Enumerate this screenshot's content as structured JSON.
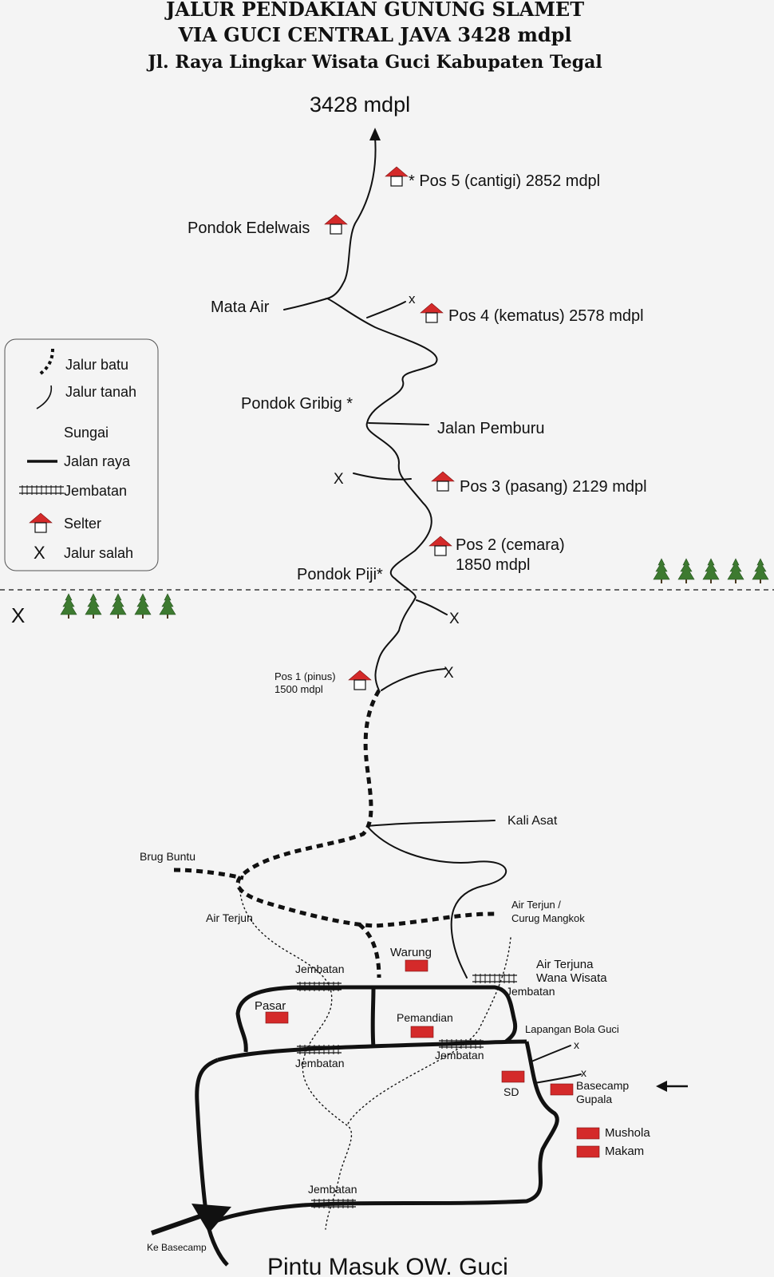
{
  "header": {
    "line1": "JALUR PENDAKIAN GUNUNG SLAMET",
    "line2": "VIA GUCI CENTRAL JAVA 3428 mdpl",
    "line3": "Jl. Raya Lingkar Wisata Guci Kabupaten Tegal"
  },
  "summit": "3428 mdpl",
  "posts": {
    "pos5": "* Pos 5 (cantigi) 2852 mdpl",
    "edelwais": "Pondok Edelwais",
    "pos4": "Pos 4 (kematus) 2578 mdpl",
    "gribig": "Pondok Gribig *",
    "pos3": "Pos 3 (pasang) 2129 mdpl",
    "pos2_line1": "Pos 2 (cemara)",
    "pos2_line2": "1850 mdpl",
    "piji": "Pondok Piji*",
    "pos1_line1": "Pos 1 (pinus)",
    "pos1_line2": "1500 mdpl"
  },
  "trail_labels": {
    "mata_air": "Mata Air",
    "jalan_pemburu": "Jalan Pemburu",
    "kali_asat": "Kali Asat",
    "brug_buntu": "Brug Buntu",
    "air_terjun": "Air Terjun",
    "curug_line1": "Air Terjun /",
    "curug_line2": "Curug Mangkok",
    "wana_line1": "Air Terjuna",
    "wana_line2": "Wana Wisata",
    "lapangan": "Lapangan Bola Guci",
    "ke_basecamp": "Ke Basecamp",
    "x_mark": "X",
    "x_small": "x"
  },
  "places": {
    "warung": "Warung",
    "pasar": "Pasar",
    "pemandian": "Pemandian",
    "sd": "SD",
    "basecamp_line1": "Basecamp",
    "basecamp_line2": "Gupala",
    "mushola": "Mushola",
    "makam": "Makam",
    "jembatan": "Jembatan"
  },
  "legend": {
    "items": [
      {
        "icon": "stone-trail",
        "label": "Jalur batu"
      },
      {
        "icon": "dirt-trail",
        "label": "Jalur tanah"
      },
      {
        "icon": "river",
        "label": "Sungai"
      },
      {
        "icon": "main-road",
        "label": "Jalan raya"
      },
      {
        "icon": "bridge",
        "label": "Jembatan"
      },
      {
        "icon": "shelter",
        "label": "Selter"
      },
      {
        "icon": "wrong-path",
        "label": "Jalur salah"
      }
    ]
  },
  "footer": "Pintu Masuk OW. Guci",
  "colors": {
    "shelter_roof": "#d42a2a",
    "building": "#d42a2a",
    "ink": "#111111",
    "tree": "#3d7a30"
  }
}
